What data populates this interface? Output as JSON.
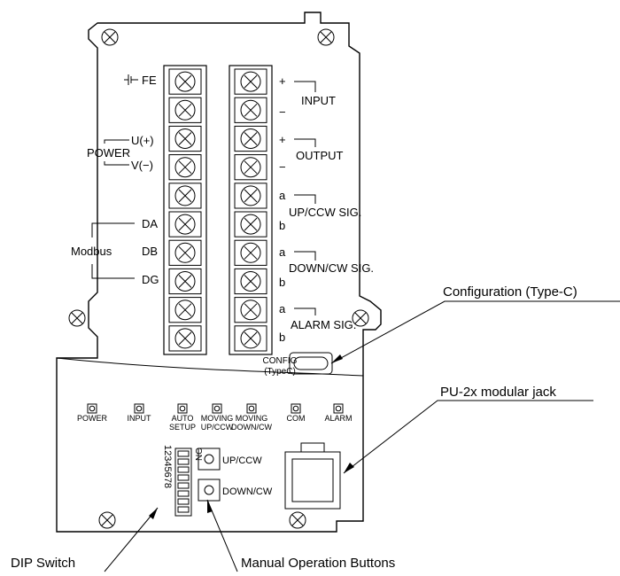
{
  "terminals_left": {
    "fe": "FE",
    "u_plus": "U(+)",
    "v_minus": "V(−)",
    "power": "POWER",
    "da": "DA",
    "db": "DB",
    "dg": "DG",
    "modbus": "Modbus"
  },
  "terminals_right": {
    "input_plus": "+",
    "input_minus": "−",
    "input": "INPUT",
    "output_plus": "+",
    "output_minus": "−",
    "output": "OUTPUT",
    "up_a": "a",
    "up_b": "b",
    "up_sig": "UP/CCW SIG.",
    "down_a": "a",
    "down_b": "b",
    "down_sig": "DOWN/CW SIG.",
    "alarm_a": "a",
    "alarm_b": "b",
    "alarm_sig": "ALARM SIG."
  },
  "config": {
    "line1": "CONFIG",
    "line2": "(TypeC)"
  },
  "leds": [
    {
      "line1": "POWER",
      "line2": ""
    },
    {
      "line1": "INPUT",
      "line2": ""
    },
    {
      "line1": "AUTO",
      "line2": "SETUP"
    },
    {
      "line1": "MOVING",
      "line2": "UP/CCW"
    },
    {
      "line1": "MOVING",
      "line2": "DOWN/CW"
    },
    {
      "line1": "COM",
      "line2": ""
    },
    {
      "line1": "ALARM",
      "line2": ""
    }
  ],
  "dip": {
    "numbers": "12345678",
    "on": "ON"
  },
  "buttons": {
    "up": "UP/CCW",
    "down": "DOWN/CW"
  },
  "callouts": {
    "configuration": "Configuration (Type-C)",
    "modular_jack": "PU-2x modular jack",
    "dip_switch": "DIP Switch",
    "manual_buttons": "Manual Operation Buttons"
  }
}
